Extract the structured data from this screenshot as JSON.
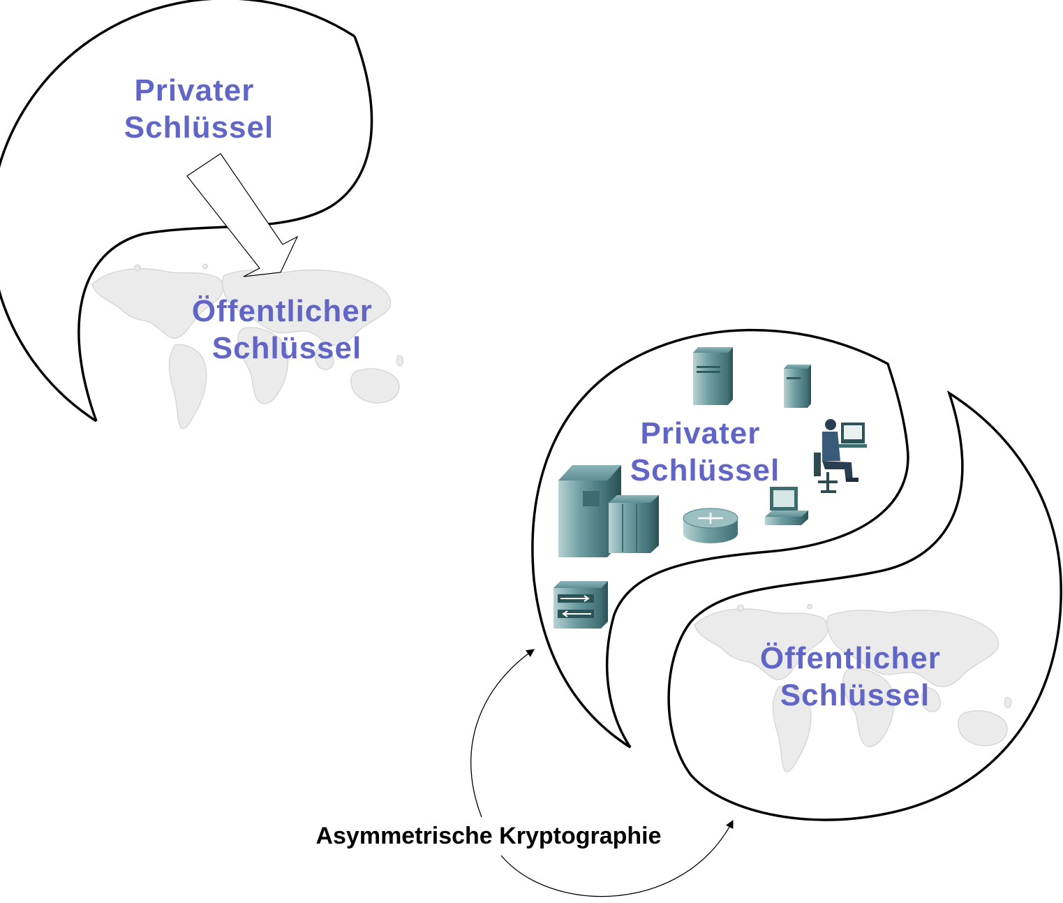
{
  "diagram": {
    "top_circle": {
      "private_key": [
        "Privater",
        "Schlüssel"
      ],
      "public_key": [
        "Öffentlicher",
        "Schlüssel"
      ]
    },
    "split_pair": {
      "private_key": [
        "Privater",
        "Schlüssel"
      ],
      "public_key": [
        "Öffentlicher",
        "Schlüssel"
      ]
    },
    "caption": "Asymmetrische Kryptographie",
    "colors": {
      "label": "#6166c6",
      "outline": "#000000",
      "device": "#5a8a8e",
      "map": "#ebebeb"
    },
    "icons": [
      "tower-server-icon",
      "small-server-icon",
      "workstation-user-icon",
      "mainframe-icon",
      "router-icon",
      "desktop-pc-icon",
      "switch-icon",
      "world-map-icon",
      "arrow-icon"
    ]
  }
}
